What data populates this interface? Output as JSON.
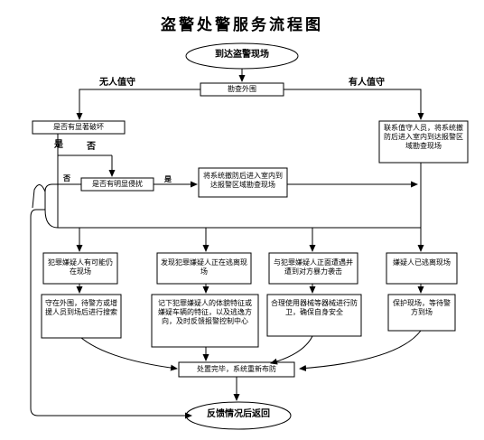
{
  "title": "盗警处警服务流程图",
  "start": "到达盗警现场",
  "survey": "勘查外围",
  "branch_unmanned": "无人值守",
  "branch_manned": "有人值守",
  "q_damage": "是否有显著破坏",
  "yes": "是",
  "no": "否",
  "no2": "否",
  "yes2": "是",
  "q_enter": "是否有明显侵扰",
  "contact_unmanned": "将系统撤防后进入室内到达报警区域勘查现场",
  "contact_manned": "联系值守人员，将系统撤防后进入室内到达报警区域勘查现场",
  "case1": "犯罪嫌疑人有可能仍在现场",
  "case2": "发现犯罪嫌疑人正在逃离现场",
  "case3": "与犯罪嫌疑人正面遭遇并遭到对方暴力袭击",
  "case4": "嫌疑人已逃离现场",
  "action1": "守在外围，待警方或增援人员到场后进行搜索",
  "action2": "记下犯罪嫌疑人的体貌特征或嫌疑车辆的特征，以及逃逸方向，及时反馈报警控制中心",
  "action3": "合理使用器械等器械进行防卫，确保自身安全",
  "action4": "保护现场，等待警方到场",
  "finish": "处置完毕，系统重新布防",
  "end": "反馈情况后返回"
}
